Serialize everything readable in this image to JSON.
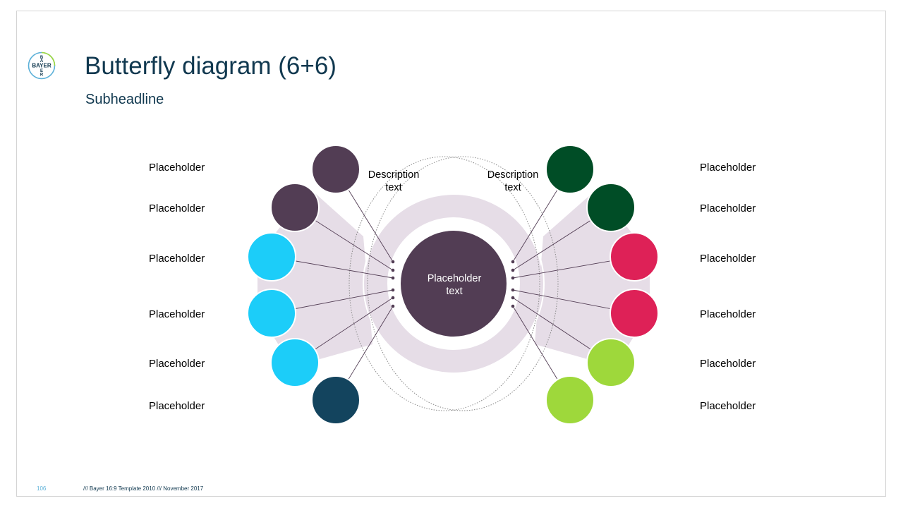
{
  "header": {
    "title": "Butterfly diagram (6+6)",
    "subtitle": "Subheadline",
    "logo_text": "BAYER"
  },
  "diagram": {
    "center_label_line1": "Placeholder",
    "center_label_line2": "text",
    "center_color": "#523d54",
    "ring_color": "#e6dde7",
    "description_left_line1": "Description",
    "description_left_line2": "text",
    "description_right_line1": "Description",
    "description_right_line2": "text",
    "left_items": [
      {
        "label": "Placeholder",
        "color": "#523d54"
      },
      {
        "label": "Placeholder",
        "color": "#523d54"
      },
      {
        "label": "Placeholder",
        "color": "#1ccdf9"
      },
      {
        "label": "Placeholder",
        "color": "#1ccdf9"
      },
      {
        "label": "Placeholder",
        "color": "#1ccdf9"
      },
      {
        "label": "Placeholder",
        "color": "#13445e"
      }
    ],
    "right_items": [
      {
        "label": "Placeholder",
        "color": "#004d26"
      },
      {
        "label": "Placeholder",
        "color": "#004d26"
      },
      {
        "label": "Placeholder",
        "color": "#de2157"
      },
      {
        "label": "Placeholder",
        "color": "#de2157"
      },
      {
        "label": "Placeholder",
        "color": "#9ed83b"
      },
      {
        "label": "Placeholder",
        "color": "#9ed83b"
      }
    ]
  },
  "footer": {
    "page_number": "106",
    "text": "/// Bayer 16:9 Template 2010 /// November 2017"
  }
}
